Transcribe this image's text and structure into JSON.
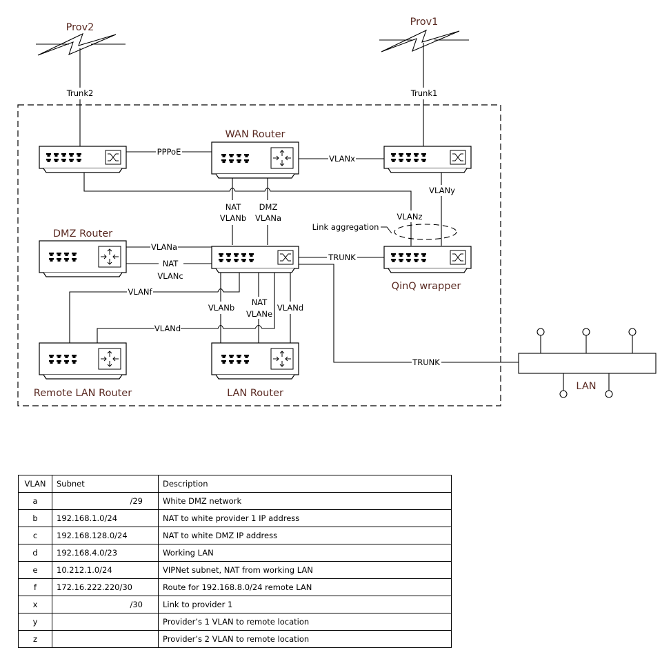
{
  "diagram": {
    "providers": [
      {
        "name": "Prov2",
        "trunk_label": "Trunk2"
      },
      {
        "name": "Prov1",
        "trunk_label": "Trunk1"
      }
    ],
    "devices": {
      "wan_router": "WAN Router",
      "dmz_router": "DMZ Router",
      "qinq_wrapper": "QinQ wrapper",
      "remote_lan_router": "Remote LAN Router",
      "lan_router": "LAN Router",
      "lan_segment": "LAN"
    },
    "links": {
      "pppoe": "PPPoE",
      "vlanx": "VLANx",
      "vlany": "VLANy",
      "vlanz": "VLANz",
      "link_aggregation": "Link aggregation",
      "nat_top": "NAT",
      "vlanb_top": "VLANb",
      "dmz_top": "DMZ",
      "vlana_top": "VLANa",
      "vlana_dmz": "VLANa",
      "nat_dmz": "NAT",
      "vlanc_dmz": "VLANc",
      "trunk_qinq": "TRUNK",
      "vlanf": "VLANf",
      "vlanb_lan": "VLANb",
      "nat_lan": "NAT",
      "vlane_lan": "VLANe",
      "vland_lan": "VLANd",
      "vland_remote": "VLANd",
      "trunk_lan": "TRUNK"
    }
  },
  "table": {
    "headers": [
      "VLAN",
      "Subnet",
      "Description"
    ],
    "rows": [
      {
        "vlan": "a",
        "subnet": "/29",
        "description": "White DMZ network"
      },
      {
        "vlan": "b",
        "subnet": "192.168.1.0/24",
        "description": "NAT to white provider 1 IP address"
      },
      {
        "vlan": "c",
        "subnet": "192.168.128.0/24",
        "description": "NAT to white DMZ IP address"
      },
      {
        "vlan": "d",
        "subnet": "192.168.4.0/23",
        "description": "Working LAN"
      },
      {
        "vlan": "e",
        "subnet": "10.212.1.0/24",
        "description": "VIPNet subnet, NAT from working LAN"
      },
      {
        "vlan": "f",
        "subnet": "172.16.222.220/30",
        "description": "Route for 192.168.8.0/24 remote LAN"
      },
      {
        "vlan": "x",
        "subnet": "/30",
        "description": "Link to provider 1"
      },
      {
        "vlan": "y",
        "subnet": "",
        "description": "Provider’s 1 VLAN to remote location"
      },
      {
        "vlan": "z",
        "subnet": "",
        "description": "Provider’s 2 VLAN to remote location"
      }
    ]
  }
}
